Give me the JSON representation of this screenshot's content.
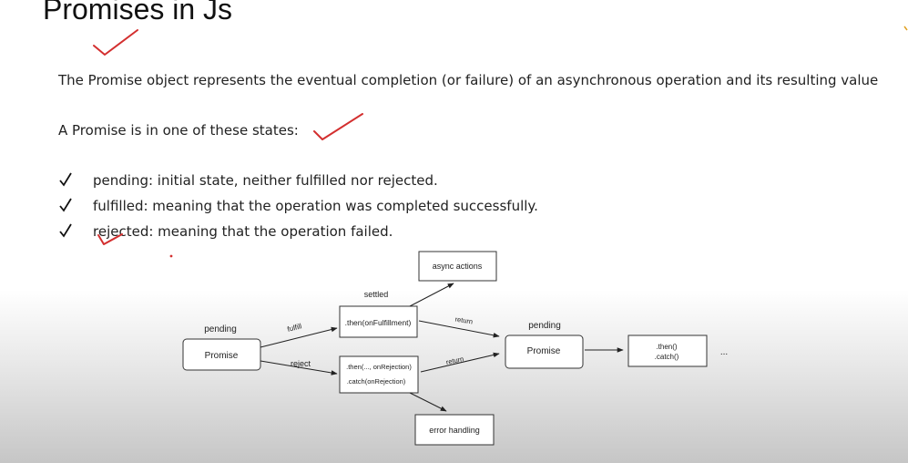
{
  "slide": {
    "title": "Promises in Js",
    "intro": "The Promise object represents the eventual completion (or failure) of an asynchronous operation and its resulting value",
    "states_heading": "A Promise is in one of these states:",
    "states": [
      "pending: initial state, neither fulfilled nor rejected.",
      "fulfilled: meaning that the operation was completed successfully.",
      "rejected: meaning that the operation failed."
    ]
  },
  "diagram": {
    "left_pending_label": "pending",
    "left_promise": "Promise",
    "fulfill_label": "fulfill",
    "reject_label": "reject",
    "settled_label": "settled",
    "then_fulfilled": ".then(onFulfillment)",
    "then_rejected_line1": ".then(..., onRejection)",
    "then_rejected_line2": ".catch(onRejection)",
    "async_actions": "async actions",
    "error_handling": "error handling",
    "return_top": "return",
    "return_bottom": "return",
    "right_pending_label": "pending",
    "right_promise": "Promise",
    "chain_line1": ".then()",
    "chain_line2": ".catch()",
    "ellipsis": "..."
  },
  "annotations": {
    "ink_color": "#d32f2f"
  }
}
